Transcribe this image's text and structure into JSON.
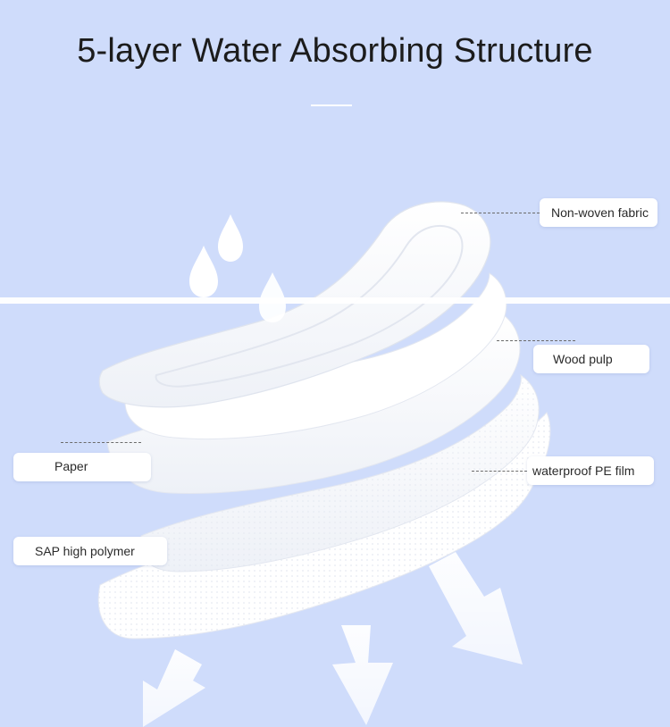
{
  "header": {
    "title": "5-layer Water Absorbing Structure"
  },
  "layers": [
    {
      "label": "Non-woven fabric"
    },
    {
      "label": "Wood pulp"
    },
    {
      "label": "Paper"
    },
    {
      "label": "waterproof PE film"
    },
    {
      "label": "SAP high polymer"
    }
  ],
  "colors": {
    "background": "#cfdcfb",
    "pad": "#ffffff",
    "pad_shadow": "#e3e7f0",
    "title_text": "#1c1c1c",
    "label_bubble": "#ffffff"
  },
  "icons": [
    "water-droplet-icon",
    "down-arrow-icon"
  ]
}
